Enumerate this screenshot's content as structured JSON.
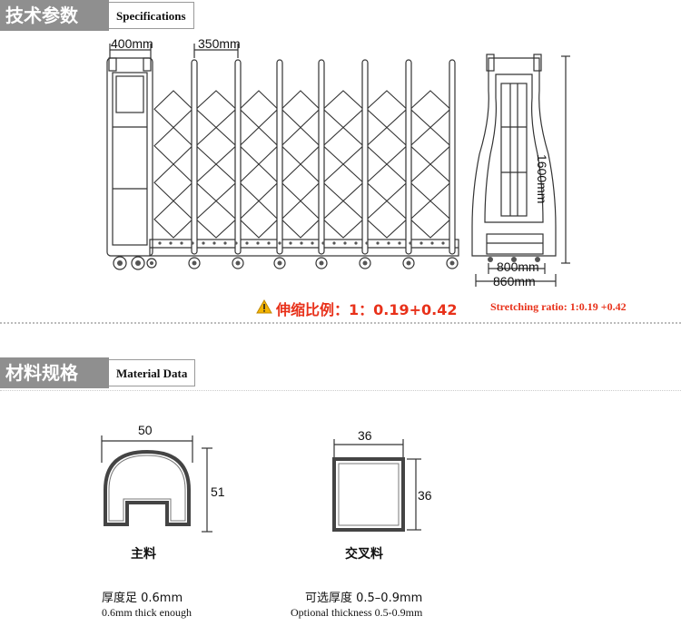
{
  "spec": {
    "title_cn": "技术参数",
    "title_en": "Specifications",
    "dim_400": "400mm",
    "dim_350": "350mm",
    "dim_1600": "1600mm",
    "dim_800": "800mm",
    "dim_860": "860mm",
    "ratio_cn": "伸缩比例：1：0.19+0.42",
    "ratio_en": "Stretching ratio: 1:0.19 +0.42"
  },
  "material": {
    "title_cn": "材料规格",
    "title_en": "Material Data",
    "main": {
      "width": "50",
      "height": "51",
      "name": "主料",
      "thickness_cn": "厚度足 0.6mm",
      "thickness_en": "0.6mm thick enough"
    },
    "cross": {
      "width": "36",
      "height": "36",
      "name": "交叉料",
      "thickness_cn": "可选厚度 0.5–0.9mm",
      "thickness_en": "Optional thickness 0.5-0.9mm"
    }
  },
  "colors": {
    "header_bg": "#8f8f8f",
    "accent_red": "#e8311a",
    "line": "#333333"
  }
}
